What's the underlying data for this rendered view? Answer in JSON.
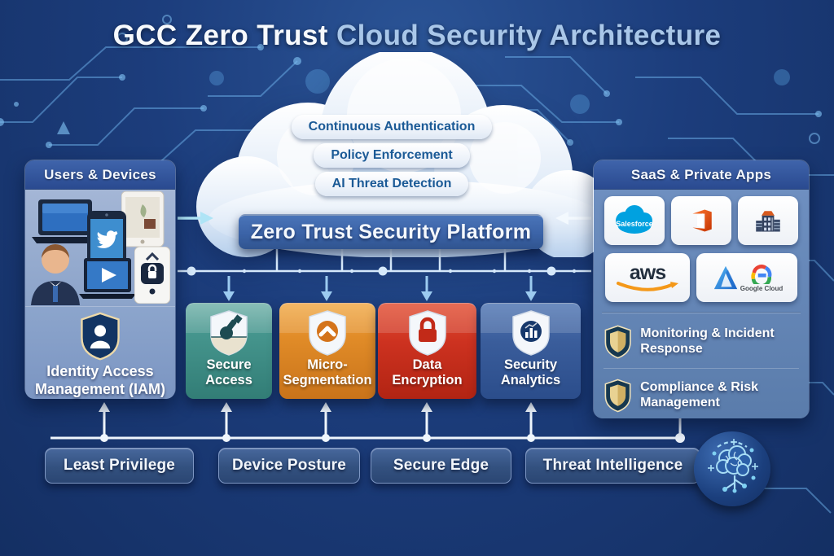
{
  "title": {
    "emphasis": "GCC Zero Trust",
    "rest": "Cloud Security Architecture"
  },
  "cloud": {
    "capabilities": [
      "Continuous Authentication",
      "Policy Enforcement",
      "AI Threat Detection"
    ],
    "platform": "Zero Trust Security Platform"
  },
  "users_panel": {
    "header": "Users & Devices",
    "iam_label": "Identity Access Management (IAM)",
    "device_icons": [
      "laptop-icon",
      "tablet-icon",
      "smartphone-social-icon",
      "user-avatar-icon",
      "media-laptop-icon",
      "smartphone-lock-icon"
    ]
  },
  "apps_panel": {
    "header": "SaaS & Private Apps",
    "tiles": {
      "salesforce": "Salesforce",
      "aws": "aws",
      "google_cloud": "Google Cloud"
    },
    "tile_icons": [
      "salesforce-logo",
      "office-logo",
      "building-icon",
      "aws-logo",
      "azure-logo",
      "google-cloud-logo"
    ],
    "services": [
      "Monitoring & Incident Response",
      "Compliance & Risk Management"
    ],
    "service_icon": "gold-shield-icon"
  },
  "pillars": [
    {
      "label": "Secure Access",
      "color": "#3E948C",
      "icon": "shield-telescope-icon"
    },
    {
      "label": "Micro-Segmentation",
      "color": "#DD8126",
      "icon": "shield-chevron-icon"
    },
    {
      "label": "Data Encryption",
      "color": "#CC3220",
      "icon": "shield-lock-icon"
    },
    {
      "label": "Security Analytics",
      "color": "#37598F",
      "icon": "shield-analytics-icon"
    }
  ],
  "principles": [
    "Least Privilege",
    "Device Posture",
    "Secure Edge",
    "Threat Intelligence"
  ],
  "footer_icon": "ai-brain-icon",
  "colors": {
    "background": "#16356D",
    "title_accent": "#A9C7E9",
    "platform_banner": "#3B63A7",
    "connector": "#D9EAF9",
    "salesforce_blue": "#00A1E0",
    "office_orange": "#D83B01",
    "aws_orange": "#F49819",
    "gold_shield": "#E2C279"
  }
}
